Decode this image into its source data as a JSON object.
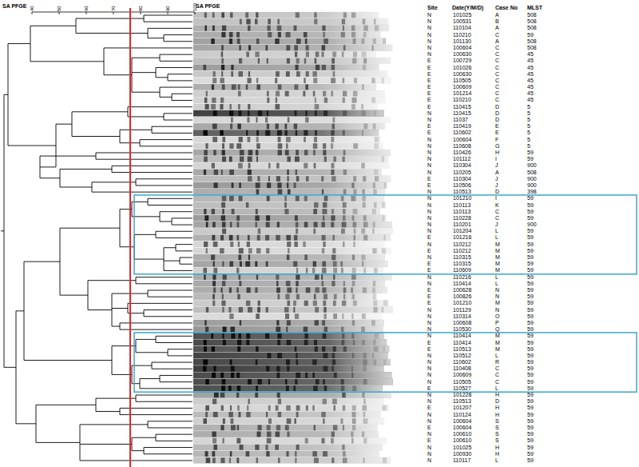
{
  "diagram": {
    "labels": [
      "SA PFGE",
      "40",
      "50",
      "60",
      "70",
      "80",
      "90",
      "100",
      "SA PFGE",
      "Site",
      "Date(Y/M/D)",
      "Case No",
      "MLST",
      "N",
      "101025",
      "A",
      "508",
      "N",
      "100531",
      "B",
      "508",
      "N",
      "110104",
      "A",
      "508",
      "N",
      "110210",
      "C",
      "59",
      "N",
      "101130",
      "A",
      "508",
      "N",
      "100604",
      "C",
      "508",
      "N",
      "100630",
      "C",
      "45",
      "E",
      "100729",
      "C",
      "45",
      "E",
      "101026",
      "C",
      "45",
      "E",
      "100630",
      "C",
      "45",
      "E",
      "110505",
      "C",
      "45",
      "E",
      "100609",
      "C",
      "45",
      "E",
      "101214",
      "C",
      "45",
      "E",
      "110210",
      "C",
      "45",
      "E",
      "110415",
      "D",
      "5",
      "N",
      "110415",
      "D",
      "5",
      "N",
      "11037",
      "D",
      "5",
      "E",
      "110419",
      "E",
      "5",
      "E",
      "110602",
      "E",
      "5",
      "N",
      "100604",
      "F",
      "5",
      "N",
      "110608",
      "G",
      "5",
      "N",
      "110426",
      "H",
      "59",
      "N",
      "101112",
      "I",
      "59",
      "N",
      "110304",
      "J",
      "900",
      "N",
      "110205",
      "A",
      "508",
      "E",
      "110304",
      "J",
      "900",
      "E",
      "110506",
      "J",
      "900",
      "N",
      "110513",
      "D",
      "398",
      "N",
      "101210",
      "I",
      "59",
      "N",
      "110113",
      "K",
      "59",
      "N",
      "110113",
      "C",
      "59",
      "N",
      "110228",
      "C",
      "59",
      "N",
      "110201",
      "J",
      "900",
      "N",
      "101204",
      "L",
      "59",
      "E",
      "101216",
      "L",
      "59",
      "N",
      "110212",
      "M",
      "59",
      "E",
      "110212",
      "M",
      "59",
      "N",
      "110315",
      "M",
      "59",
      "E",
      "110315",
      "M",
      "59",
      "E",
      "110609",
      "M",
      "59",
      "N",
      "110216",
      "L",
      "59",
      "N",
      "110414",
      "L",
      "59",
      "E",
      "100628",
      "N",
      "59",
      "E",
      "100826",
      "N",
      "59",
      "E",
      "101210",
      "M",
      "59",
      "N",
      "101129",
      "N",
      "59",
      "N",
      "110314",
      "O",
      "59",
      "N",
      "100608",
      "P",
      "59",
      "N",
      "110530",
      "Q",
      "59",
      "N",
      "110414",
      "M",
      "59",
      "E",
      "110414",
      "M",
      "59",
      "E",
      "110513",
      "M",
      "59",
      "N",
      "110512",
      "L",
      "59",
      "N",
      "110602",
      "R",
      "59",
      "N",
      "110408",
      "C",
      "59",
      "N",
      "100609",
      "C",
      "59",
      "N",
      "110505",
      "C",
      "59",
      "E",
      "110527",
      "L",
      "59",
      "N",
      "101228",
      "H",
      "59",
      "N",
      "110513",
      "D",
      "59",
      "E",
      "101207",
      "H",
      "59",
      "N",
      "110124",
      "H",
      "59",
      "N",
      "100604",
      "S",
      "59",
      "E",
      "100604",
      "S",
      "59",
      "N",
      "100610",
      "S",
      "59",
      "E",
      "100610",
      "S",
      "59",
      "N",
      "101025",
      "H",
      "59",
      "N",
      "100930",
      "H",
      "59",
      "N",
      "110117",
      "L",
      "59"
    ]
  }
}
